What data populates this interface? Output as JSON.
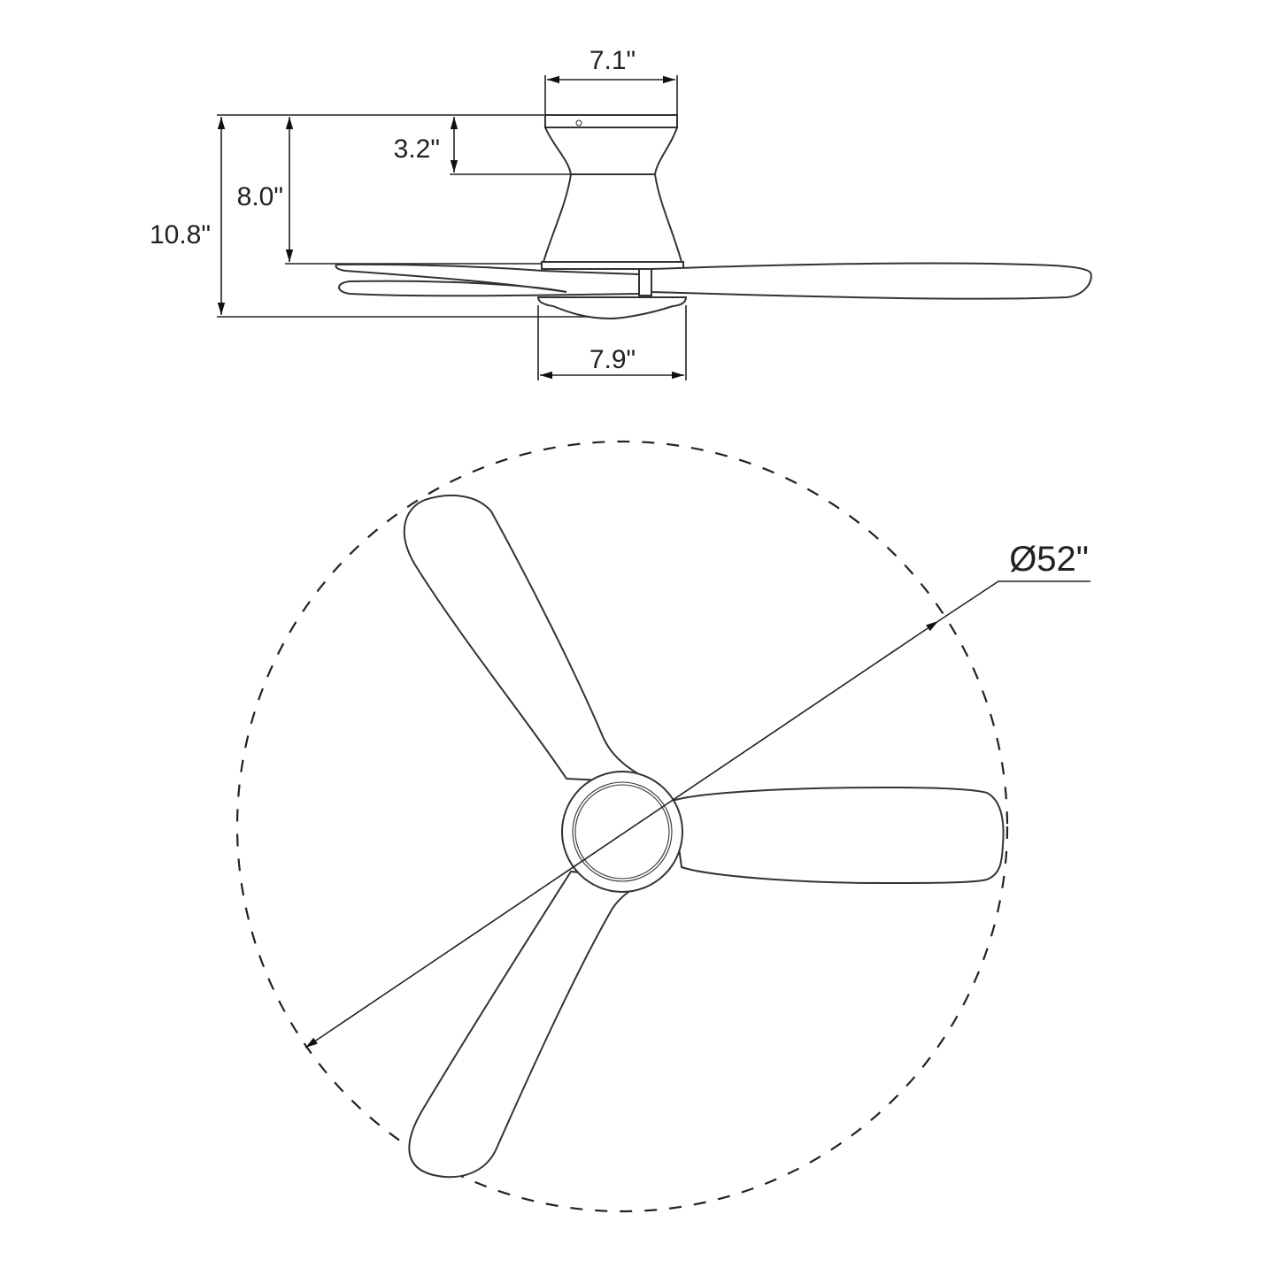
{
  "drawing": {
    "subject": "Ceiling fan dimension drawing",
    "side_view": {
      "dimensions": {
        "canopy_width": "7.1\"",
        "canopy_to_waist": "3.2\"",
        "ceiling_to_blade": "8.0\"",
        "overall_height": "10.8\"",
        "light_kit_width": "7.9\""
      }
    },
    "top_view": {
      "blade_count": 3,
      "dimensions": {
        "blade_span_diameter": "Ø52\""
      }
    },
    "colors": {
      "line": "#222222",
      "background": "#ffffff"
    }
  }
}
